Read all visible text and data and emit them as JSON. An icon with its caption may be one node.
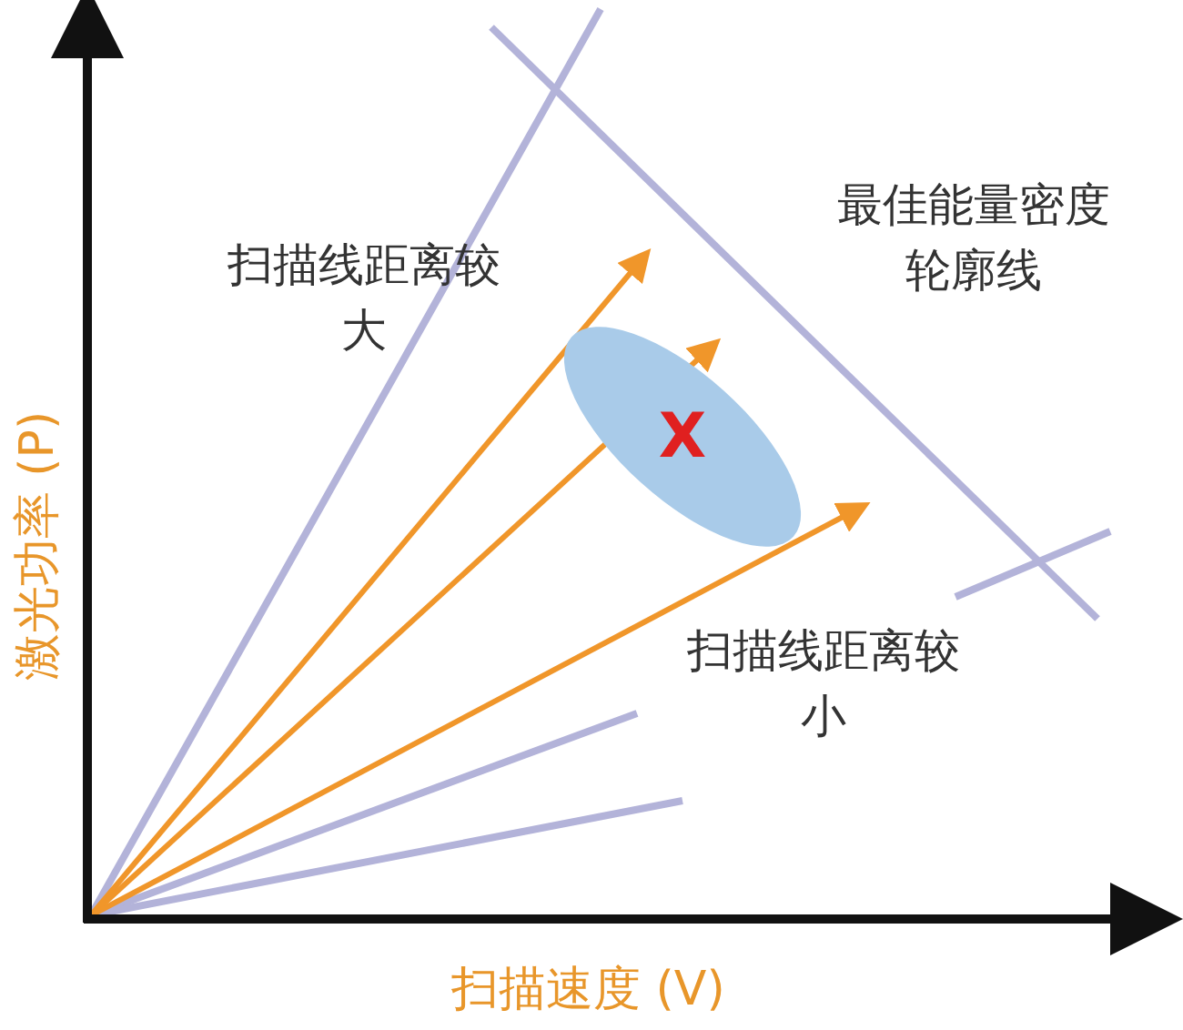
{
  "diagram": {
    "nodes": [
      {
        "text": [
          "X"
        ]
      }
    ],
    "labels": [
      "扫描线距离较大",
      "最佳能量密度轮廓线",
      "扫描线距离较小",
      "激光功率 (P)",
      "扫描速度 (V)"
    ]
  }
}
